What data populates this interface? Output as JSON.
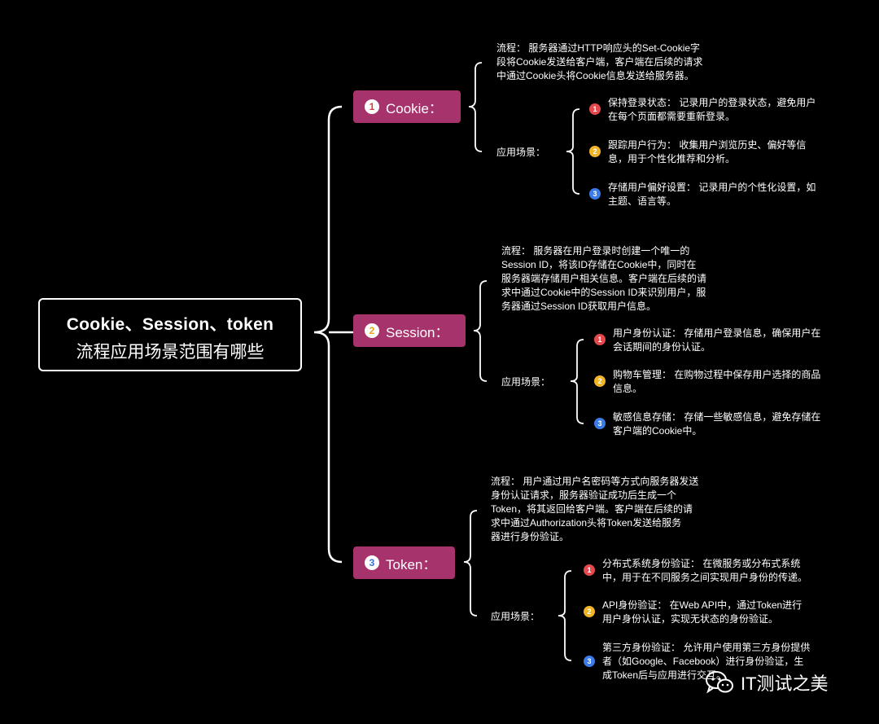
{
  "root": {
    "line1": "Cookie、Session、token",
    "line2": "流程应用场景范围有哪些"
  },
  "topics": [
    {
      "badge": "1",
      "label": "Cookie：",
      "flow_label": "流程：",
      "flow": [
        "服务器通过HTTP响应头的Set-Cookie字",
        "段将Cookie发送给客户端，客户端在后续的请求",
        "中通过Cookie头将Cookie信息发送给服务器。"
      ],
      "scene_label": "应用场景：",
      "scenes": [
        {
          "num": "1",
          "lines": [
            "保持登录状态： 记录用户的登录状态，避免用户",
            "在每个页面都需要重新登录。"
          ]
        },
        {
          "num": "2",
          "lines": [
            "跟踪用户行为： 收集用户浏览历史、偏好等信",
            "息，用于个性化推荐和分析。"
          ]
        },
        {
          "num": "3",
          "lines": [
            "存储用户偏好设置： 记录用户的个性化设置，如",
            "主题、语言等。"
          ]
        }
      ]
    },
    {
      "badge": "2",
      "label": "Session：",
      "flow_label": "流程：",
      "flow": [
        "服务器在用户登录时创建一个唯一的",
        "Session ID，将该ID存储在Cookie中，同时在",
        "服务器端存储用户相关信息。客户端在后续的请",
        "求中通过Cookie中的Session ID来识别用户，服",
        "务器通过Session ID获取用户信息。"
      ],
      "scene_label": "应用场景：",
      "scenes": [
        {
          "num": "1",
          "lines": [
            "用户身份认证： 存储用户登录信息，确保用户在",
            "会话期间的身份认证。"
          ]
        },
        {
          "num": "2",
          "lines": [
            "购物车管理： 在购物过程中保存用户选择的商品",
            "信息。"
          ]
        },
        {
          "num": "3",
          "lines": [
            "敏感信息存储： 存储一些敏感信息，避免存储在",
            "客户端的Cookie中。"
          ]
        }
      ]
    },
    {
      "badge": "3",
      "label": "Token：",
      "flow_label": "流程：",
      "flow": [
        "用户通过用户名密码等方式向服务器发送",
        "身份认证请求，服务器验证成功后生成一个",
        "Token，将其返回给客户端。客户端在后续的请",
        "求中通过Authorization头将Token发送给服务",
        "器进行身份验证。"
      ],
      "scene_label": "应用场景：",
      "scenes": [
        {
          "num": "1",
          "lines": [
            "分布式系统身份验证： 在微服务或分布式系统",
            "中，用于在不同服务之间实现用户身份的传递。"
          ]
        },
        {
          "num": "2",
          "lines": [
            "API身份验证： 在Web API中，通过Token进行",
            "用户身份认证，实现无状态的身份验证。"
          ]
        },
        {
          "num": "3",
          "lines": [
            "第三方身份验证： 允许用户使用第三方身份提供",
            "者（如Google、Facebook）进行身份验证，生",
            "成Token后与应用进行交互。"
          ]
        }
      ]
    }
  ],
  "watermark": {
    "text": "IT测试之美",
    "icon": "wechat-icon"
  },
  "colors": {
    "background": "#000000",
    "topic_fill": "#a6336b",
    "line": "#ffffff",
    "badge_red": "#e5484d",
    "badge_yellow": "#f0b429",
    "badge_blue": "#3b7be8"
  }
}
